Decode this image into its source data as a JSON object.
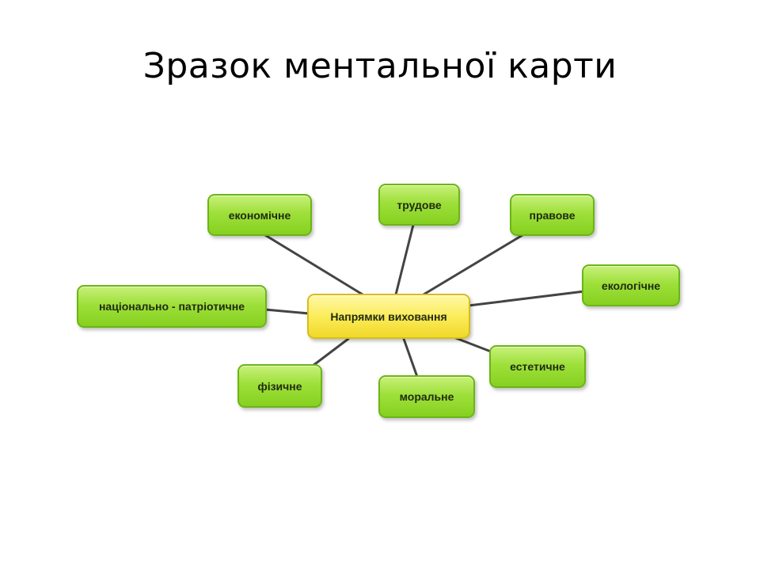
{
  "title": "Зразок ментальної карти",
  "diagram": {
    "center": "Напрямки виховання",
    "nodes": {
      "economic": "економічне",
      "labor": "трудове",
      "legal": "правове",
      "ecological": "екологічне",
      "national": "національно - патріотичне",
      "physical": "фізичне",
      "moral": "моральне",
      "aesthetic": "естетичне"
    },
    "colors": {
      "node": "#9ee03a",
      "center": "#fbec5a",
      "connector": "#444444"
    }
  }
}
